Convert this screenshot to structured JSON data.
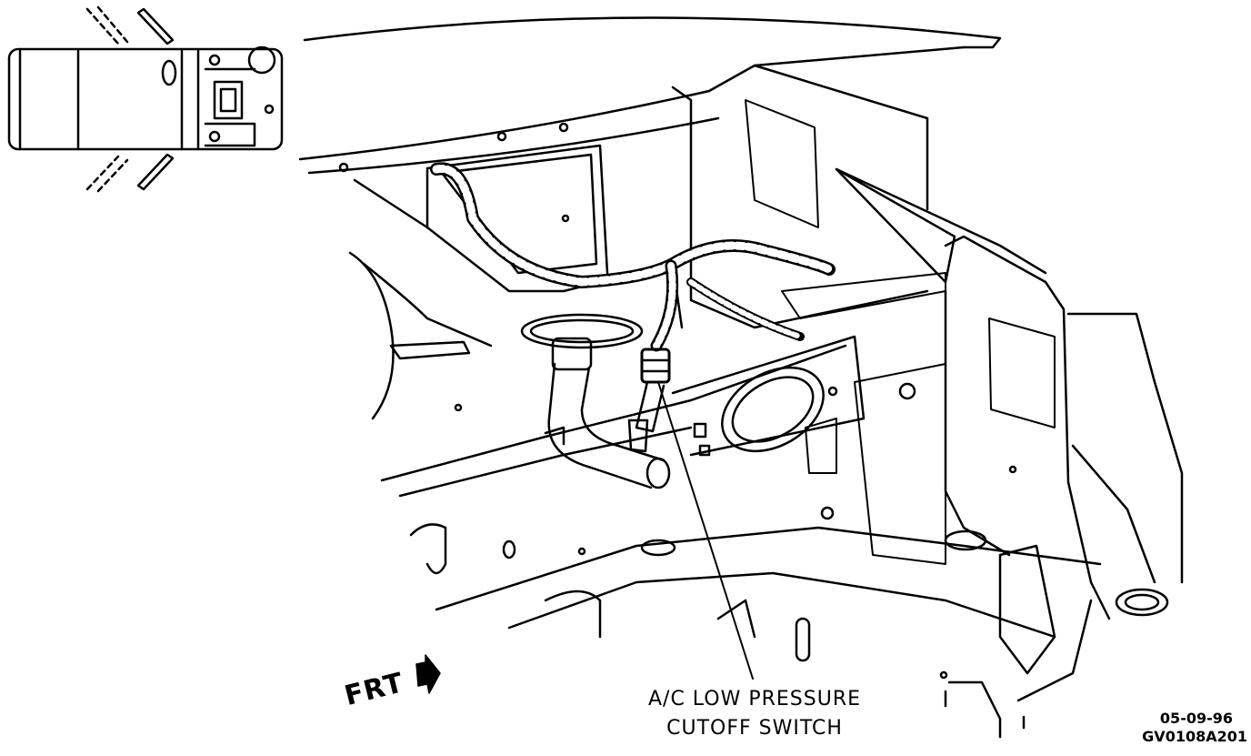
{
  "callout": {
    "line1": "A/C LOW PRESSURE",
    "line2": "CUTOFF SWITCH"
  },
  "orientation": {
    "label": "FRT"
  },
  "figure_code": {
    "date": "05-09-96",
    "id": "GV0108A201"
  },
  "colors": {
    "ink": "#000000",
    "paper": "#ffffff"
  }
}
